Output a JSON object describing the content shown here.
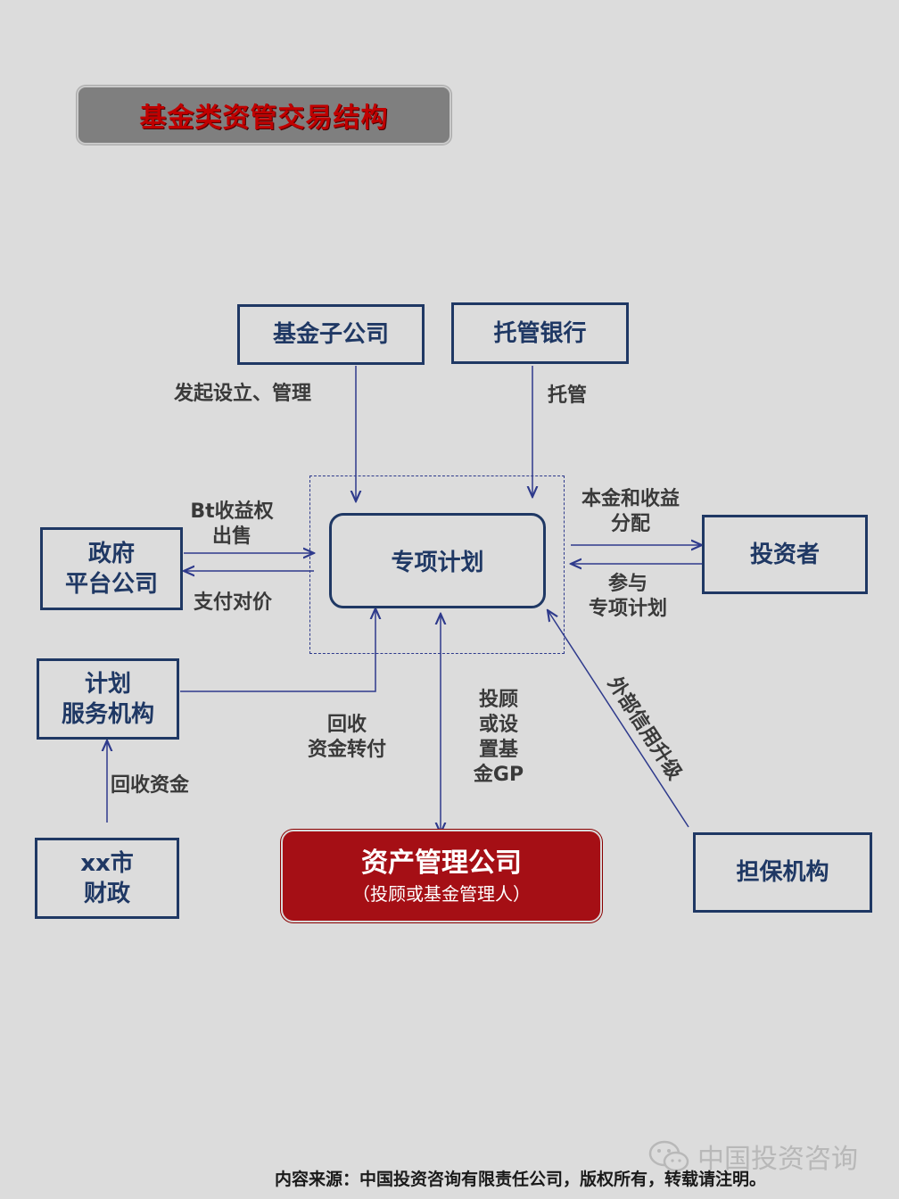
{
  "title": "基金类资管交易结构",
  "nodes": {
    "fund_subsidiary": "基金子公司",
    "custodian_bank": "托管银行",
    "special_plan": "专项计划",
    "gov_platform": [
      "政府",
      "平台公司"
    ],
    "investor": "投资者",
    "plan_service": [
      "计划",
      "服务机构"
    ],
    "city_finance": [
      "xx市",
      "财政"
    ],
    "asset_management": "资产管理公司",
    "asset_management_sub": "（投顾或基金管理人）",
    "guarantor": "担保机构"
  },
  "labels": {
    "initiate_manage": "发起设立、管理",
    "custody": "托管",
    "bt_rights": [
      "Bt收益权",
      "出售"
    ],
    "pay_price": "支付对价",
    "principal_income": [
      "本金和收益",
      "分配"
    ],
    "participate": [
      "参与",
      "专项计划"
    ],
    "recover_transfer": [
      "回收",
      "资金转付"
    ],
    "recover_funds": "回收资金",
    "advisor_gp": [
      "投顾",
      "或设",
      "置基",
      "金GP"
    ],
    "credit_enhancement": "外部信用升级"
  },
  "footer": "内容来源：中国投资咨询有限责任公司，版权所有，转载请注明。",
  "watermark": "中国投资咨询",
  "colors": {
    "background": "#dcdcdc",
    "node_border": "#1f3864",
    "arrow": "#2e3a8c",
    "title_text": "#c00000",
    "amc_fill": "#a50f15"
  }
}
